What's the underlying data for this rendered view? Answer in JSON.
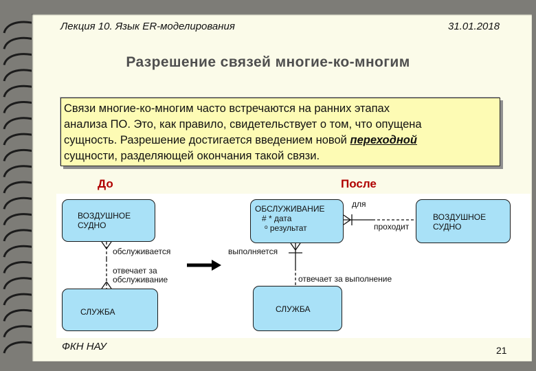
{
  "header": {
    "lecture": "Лекция 10. Язык ER-моделирования",
    "date": "31.01.2018"
  },
  "title": "Разрешение связей многие-ко-многим",
  "text": {
    "line1": "Связи многие-ко-многим часто встречаются на ранних этапах",
    "line2": "анализа ПО. Это, как правило, свидетельствует о том, что опущена",
    "line3a": "сущность. Разрешение достигается введением новой ",
    "line3b": "переходной",
    "line4": "сущности, разделяющей  окончания такой связи."
  },
  "labels": {
    "before": "До",
    "after": "После"
  },
  "before": {
    "entity_top": [
      "ВОЗДУШНОЕ",
      "СУДНО"
    ],
    "rel_top": "обслуживается",
    "rel_bottom_1": "отвечает за",
    "rel_bottom_2": "обслуживание",
    "entity_bottom": "СЛУЖБА"
  },
  "after": {
    "service_entity": "ОБСЛУЖИВАНИЕ",
    "attr1": "# * дата",
    "attr2": "ᵒ результат",
    "rel_for": "для",
    "rel_passes": "проходит",
    "aircraft": [
      "ВОЗДУШНОЕ",
      "СУДНО"
    ],
    "rel_performed": "выполняется",
    "rel_responsible": "отвечает за выполнение",
    "entity_bottom": "СЛУЖБА"
  },
  "footer": {
    "org": "ФКН НАУ",
    "page": "21"
  }
}
